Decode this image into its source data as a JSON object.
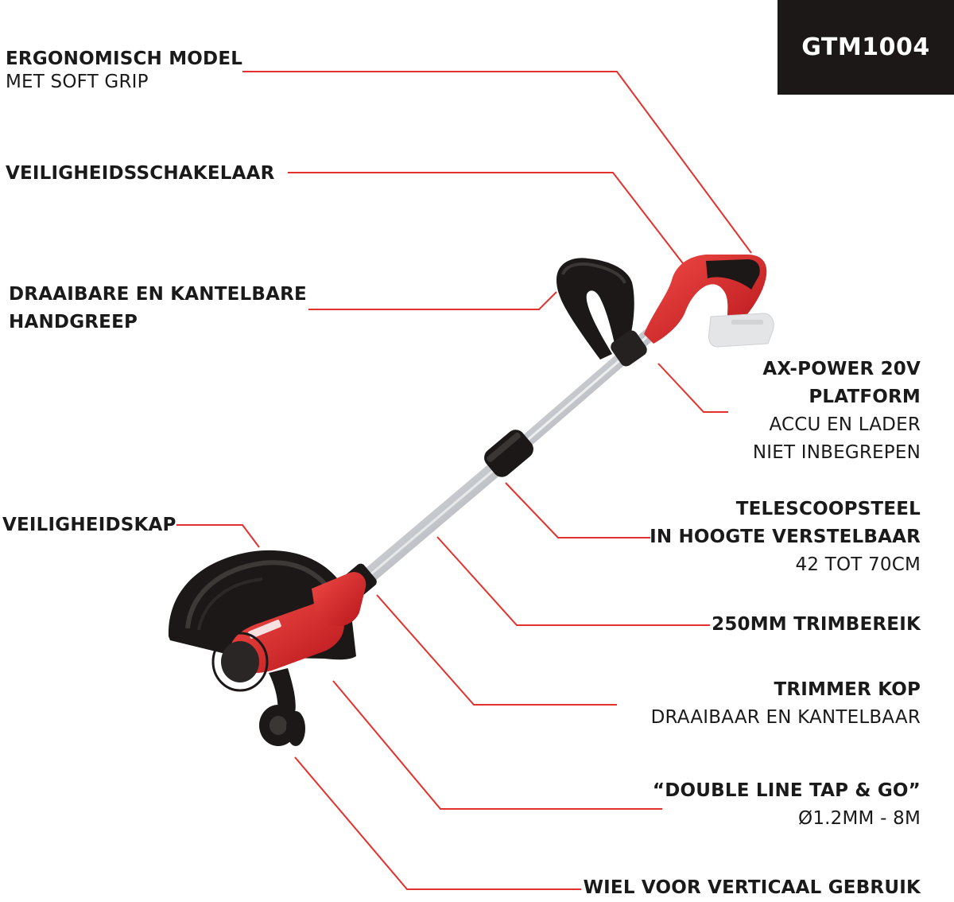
{
  "model": "GTM1004",
  "features": {
    "grip": {
      "title": "ERGONOMISCH MODEL",
      "sub": "MET SOFT GRIP"
    },
    "switch": {
      "title": "VEILIGHEIDSSCHAKELAAR"
    },
    "handle": {
      "title1": "DRAAIBARE EN KANTELBARE",
      "title2": "HANDGREEP"
    },
    "platform": {
      "title1": "AX-POWER 20V",
      "title2": "PLATFORM",
      "sub1": "ACCU EN LADER",
      "sub2": "NIET INBEGREPEN"
    },
    "guard": {
      "title": "VEILIGHEIDSKAP"
    },
    "shaft": {
      "title1": "TELESCOOPSTEEL",
      "title2": "IN HOOGTE VERSTELBAAR",
      "sub": "42 TOT 70CM"
    },
    "range": {
      "title": "250MM TRIMBEREIK"
    },
    "head": {
      "title": "TRIMMER KOP",
      "sub": "DRAAIBAAR EN KANTELBAAR"
    },
    "line": {
      "title": "“DOUBLE LINE TAP & GO”",
      "sub": "Ø1.2MM - 8M"
    },
    "wheel": {
      "title": "WIEL VOOR VERTICAAL GEBRUIK"
    }
  },
  "colors": {
    "accent": "#e3312d",
    "dark": "#1b1817",
    "red": "#d8262b",
    "shaft": "#c9ccd0"
  }
}
